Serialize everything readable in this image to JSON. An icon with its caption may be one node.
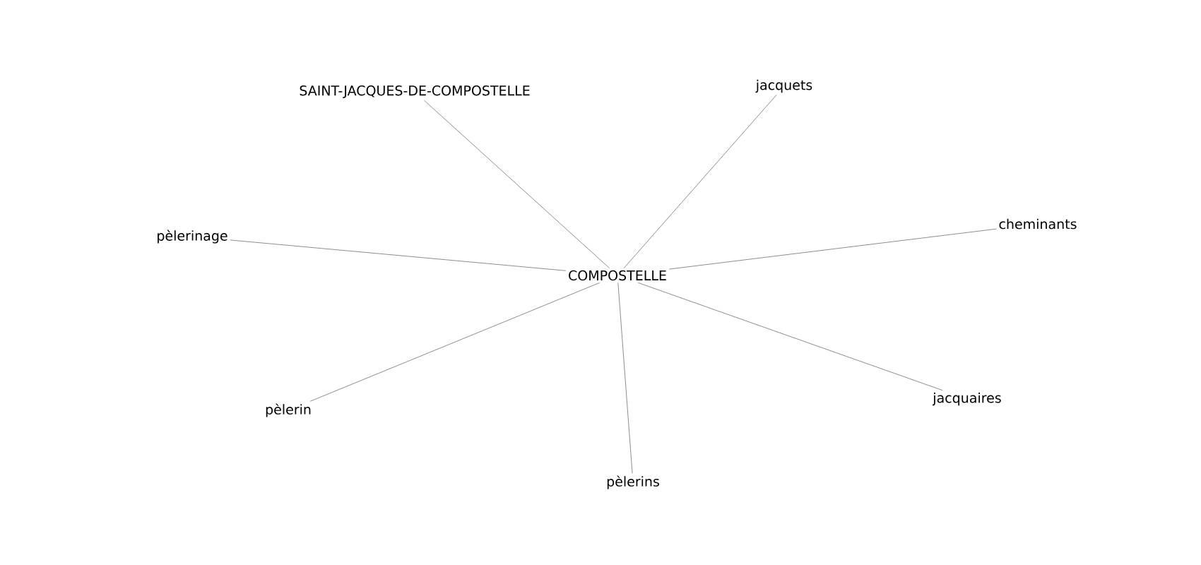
{
  "diagram": {
    "nodes": [
      {
        "text": [
          "SAINT-JACQUES-DE-COMPOSTELLE"
        ]
      },
      {
        "text": [
          "jacquets"
        ]
      },
      {
        "text": [
          "cheminants"
        ]
      },
      {
        "text": [
          "pèlerinage"
        ]
      },
      {
        "text": [
          "COMPOSTELLE"
        ]
      },
      {
        "text": [
          "jacquaires"
        ]
      },
      {
        "text": [
          "pèlerin"
        ]
      },
      {
        "text": [
          "pèlerins"
        ]
      }
    ],
    "edges": [
      {
        "from": 4,
        "to": 0,
        "arrow": "none"
      },
      {
        "from": 4,
        "to": 1,
        "arrow": "none"
      },
      {
        "from": 4,
        "to": 2,
        "arrow": "none"
      },
      {
        "from": 4,
        "to": 3,
        "arrow": "none"
      },
      {
        "from": 4,
        "to": 5,
        "arrow": "none"
      },
      {
        "from": 4,
        "to": 6,
        "arrow": "none"
      },
      {
        "from": 4,
        "to": 7,
        "arrow": "none"
      }
    ]
  }
}
